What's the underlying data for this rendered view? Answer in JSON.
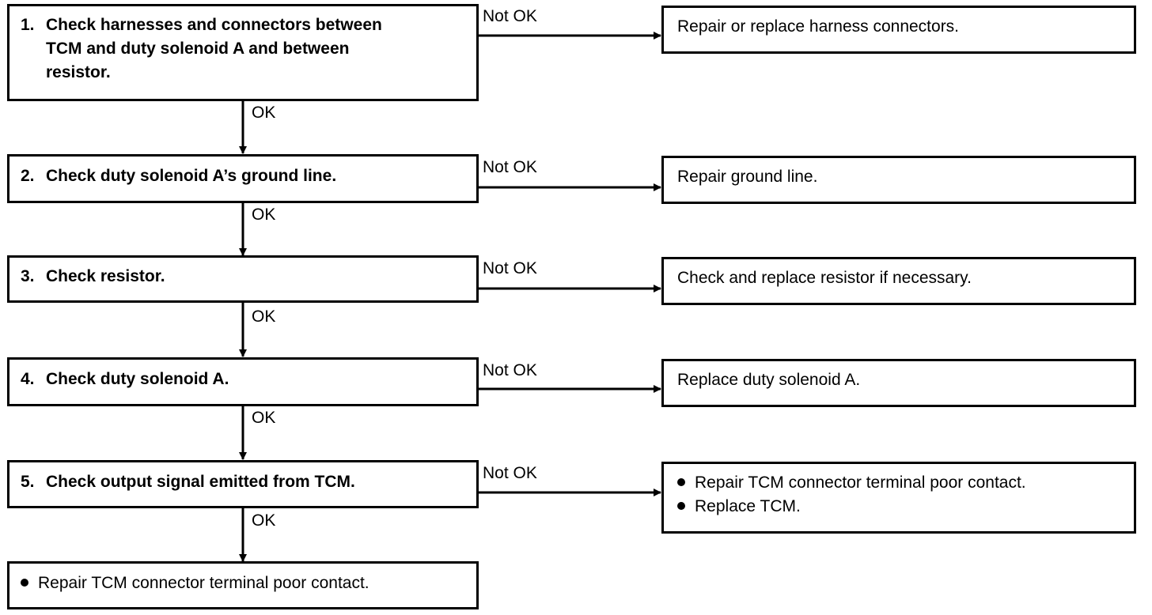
{
  "steps": [
    {
      "num": "1.",
      "lines": [
        "Check harnesses and connectors between",
        "TCM and duty solenoid A and between",
        "resistor."
      ]
    },
    {
      "num": "2.",
      "lines": [
        "Check duty solenoid A’s ground line."
      ]
    },
    {
      "num": "3.",
      "lines": [
        "Check resistor."
      ]
    },
    {
      "num": "4.",
      "lines": [
        "Check duty solenoid A."
      ]
    },
    {
      "num": "5.",
      "lines": [
        "Check output signal emitted from TCM."
      ]
    }
  ],
  "actions": [
    {
      "lines": [
        "Repair or replace harness connectors."
      ]
    },
    {
      "lines": [
        "Repair ground line."
      ]
    },
    {
      "lines": [
        "Check and replace resistor if necessary."
      ]
    },
    {
      "lines": [
        "Replace duty solenoid A."
      ]
    },
    {
      "bullets": [
        "Repair TCM connector terminal poor contact.",
        "Replace TCM."
      ]
    }
  ],
  "final": {
    "bullets": [
      "Repair TCM connector terminal poor contact."
    ]
  },
  "labels": {
    "ok": "OK",
    "not_ok": "Not OK"
  }
}
